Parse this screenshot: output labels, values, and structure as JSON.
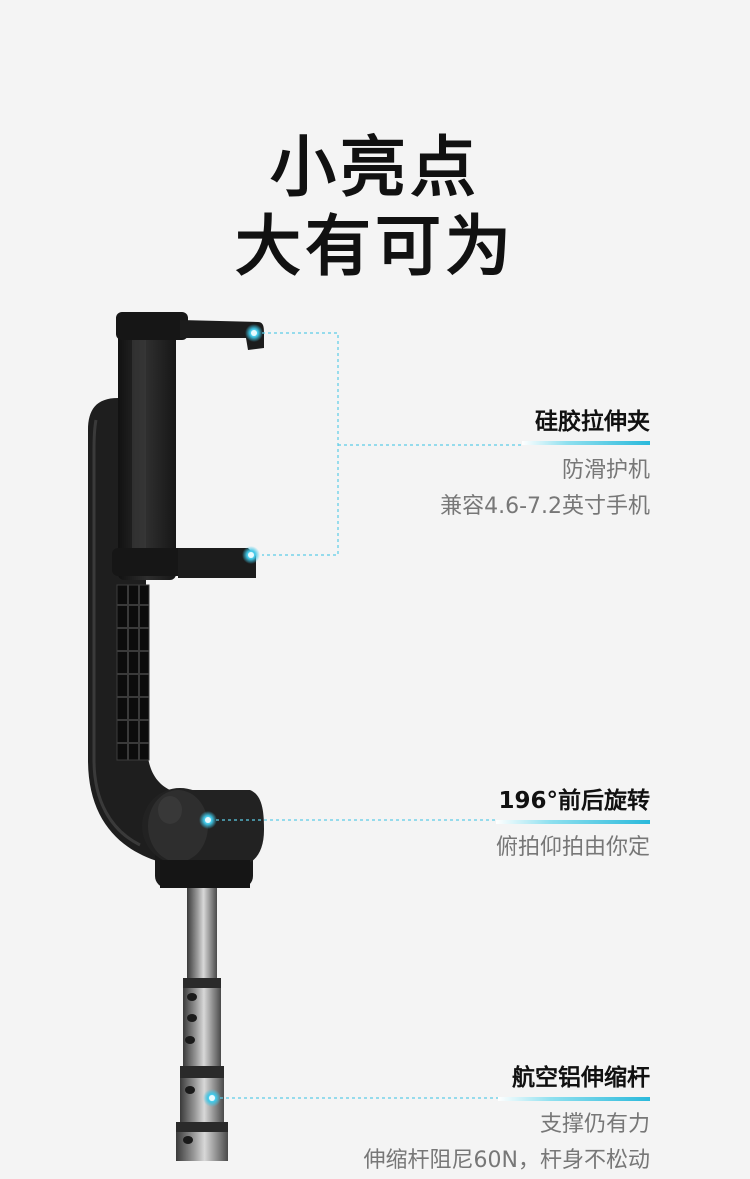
{
  "headline": {
    "line1": "小亮点",
    "line2": "大有可为"
  },
  "features": [
    {
      "title": "硅胶拉伸夹",
      "lines": [
        "防滑护机",
        "兼容4.6-7.2英寸手机"
      ]
    },
    {
      "title": "196°前后旋转",
      "lines": [
        "俯拍仰拍由你定"
      ]
    },
    {
      "title": "航空铝伸缩杆",
      "lines": [
        "支撑仍有力",
        "伸缩杆阻尼60N，杆身不松动"
      ]
    }
  ],
  "colors": {
    "background": "#f4f4f4",
    "accent": "#2ab9db",
    "product": "#1c1c1c"
  }
}
